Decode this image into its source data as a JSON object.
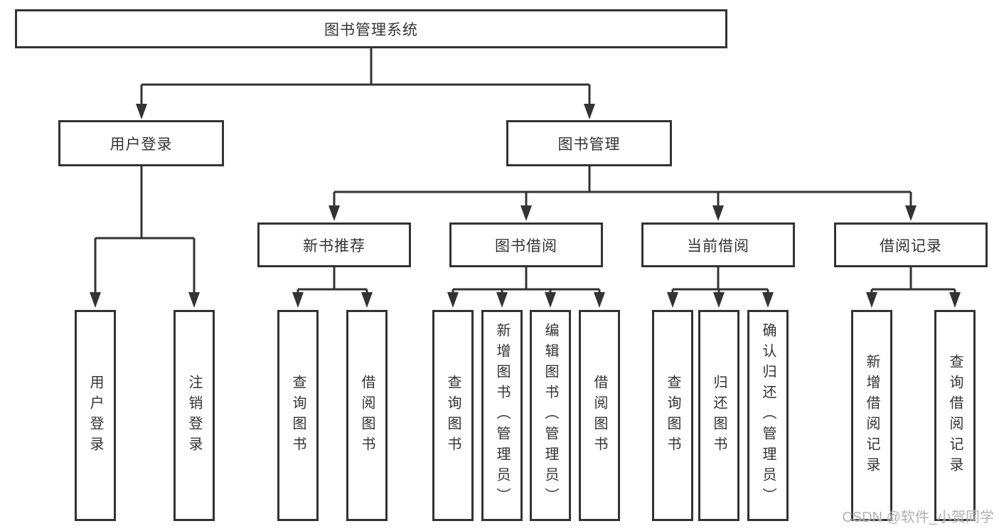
{
  "tree": {
    "label": "图书管理系统",
    "children": [
      {
        "label": "用户登录",
        "children": [
          {
            "label": "用户登录"
          },
          {
            "label": "注销登录"
          }
        ]
      },
      {
        "label": "图书管理",
        "children": [
          {
            "label": "新书推荐",
            "children": [
              {
                "label": "查询图书"
              },
              {
                "label": "借阅图书"
              }
            ]
          },
          {
            "label": "图书借阅",
            "children": [
              {
                "label": "查询图书"
              },
              {
                "label": "新增图书（管理员）"
              },
              {
                "label": "编辑图书（管理员）"
              },
              {
                "label": "借阅图书"
              }
            ]
          },
          {
            "label": "当前借阅",
            "children": [
              {
                "label": "查询图书"
              },
              {
                "label": "归还图书"
              },
              {
                "label": "确认归还（管理员）"
              }
            ]
          },
          {
            "label": "借阅记录",
            "children": [
              {
                "label": "新增借阅记录"
              },
              {
                "label": "查询借阅记录"
              }
            ]
          }
        ]
      }
    ]
  },
  "watermark": {
    "text": "CSDN @软件_小贺同学"
  },
  "colors": {
    "line": "#333333",
    "box_border": "#333333",
    "text": "#333333",
    "background": "#ffffff",
    "watermark": "#aaaaaa"
  }
}
